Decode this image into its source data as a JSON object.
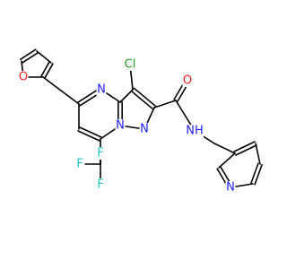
{
  "molecule": {
    "colors": {
      "bond": "#000000",
      "N": "#1f1fff",
      "O": "#ff1f1f",
      "Cl": "#1f9f1f",
      "F": "#1fc8c8",
      "H": "#1f1fff"
    },
    "atom_labels": {
      "o_furan": "O",
      "n_pyrimidine": "N",
      "cl": "Cl",
      "o_carbonyl": "O",
      "n_bridge": "N",
      "n_pyrazole": "N",
      "nh": "NH",
      "n_pyridine": "N",
      "f_left": "F",
      "f_top": "F",
      "f_bottom": "F"
    }
  }
}
